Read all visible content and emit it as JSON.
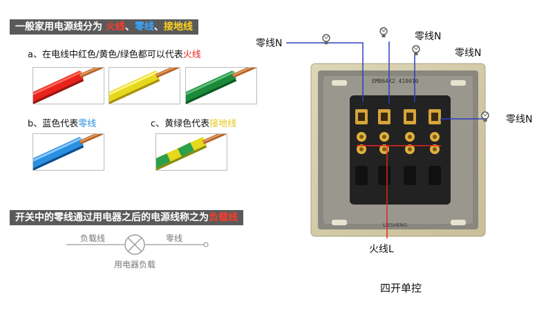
{
  "banner1": {
    "prefix": "一般家用电源线分为 ",
    "live": "火线",
    "sep1": "、",
    "neutral": "零线",
    "sep2": "、",
    "ground": "接地线"
  },
  "section_a": {
    "text": "a、在电线中红色/黄色/绿色都可以代表",
    "highlight": "火线"
  },
  "section_b": {
    "text": "b、蓝色代表",
    "highlight": "零线"
  },
  "section_c": {
    "text": "c、黄绿色代表",
    "highlight": "接地线"
  },
  "banner2": {
    "text": "开关中的零线通过用电器之后的电源线称之为",
    "highlight": "负载线"
  },
  "legend": {
    "load_wire": "负载线",
    "neutral_wire": "零线",
    "appliance_load": "用电器负载"
  },
  "switch": {
    "model_text": "EM864K2 419010",
    "brand_text": "LIESHENG",
    "neutral_labels": [
      "零线N",
      "零线N",
      "零线N",
      "零线N"
    ],
    "live_label": "火线L",
    "caption": "四开单控"
  },
  "colors": {
    "live": "#e8231c",
    "neutral": "#2a8fe0",
    "ground": "#e6c81c",
    "banner_bg": "#5a5a5a",
    "annotation_line_blue": "#2b3fbf",
    "annotation_line_red": "#e8231c"
  }
}
